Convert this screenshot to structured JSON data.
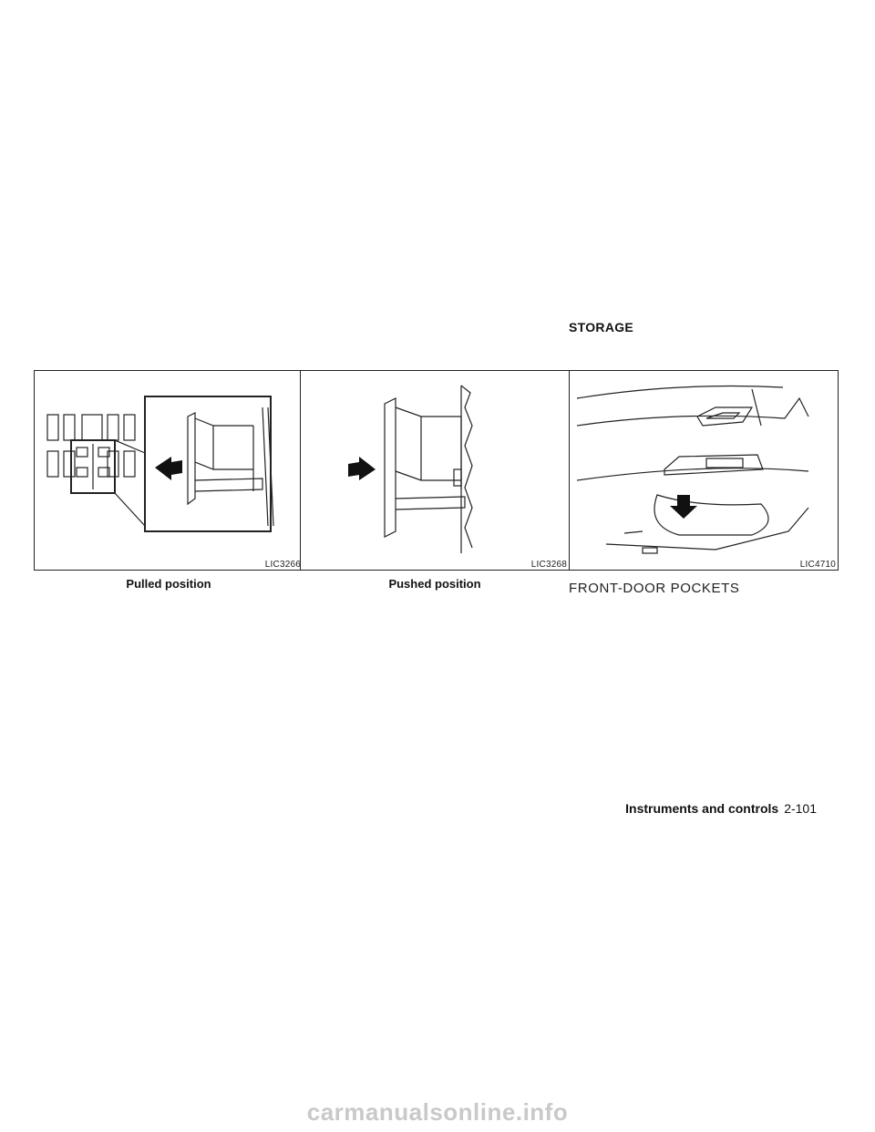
{
  "page": {
    "section_heading": "STORAGE",
    "subsection_heading": "FRONT-DOOR POCKETS",
    "footer": {
      "section": "Instruments and controls",
      "page_number": "2-101"
    },
    "watermark": "carmanualsonline.info"
  },
  "figures": [
    {
      "code": "LIC3266",
      "caption": "Pulled position"
    },
    {
      "code": "LIC3268",
      "caption": "Pushed position"
    },
    {
      "code": "LIC4710",
      "caption": ""
    }
  ]
}
